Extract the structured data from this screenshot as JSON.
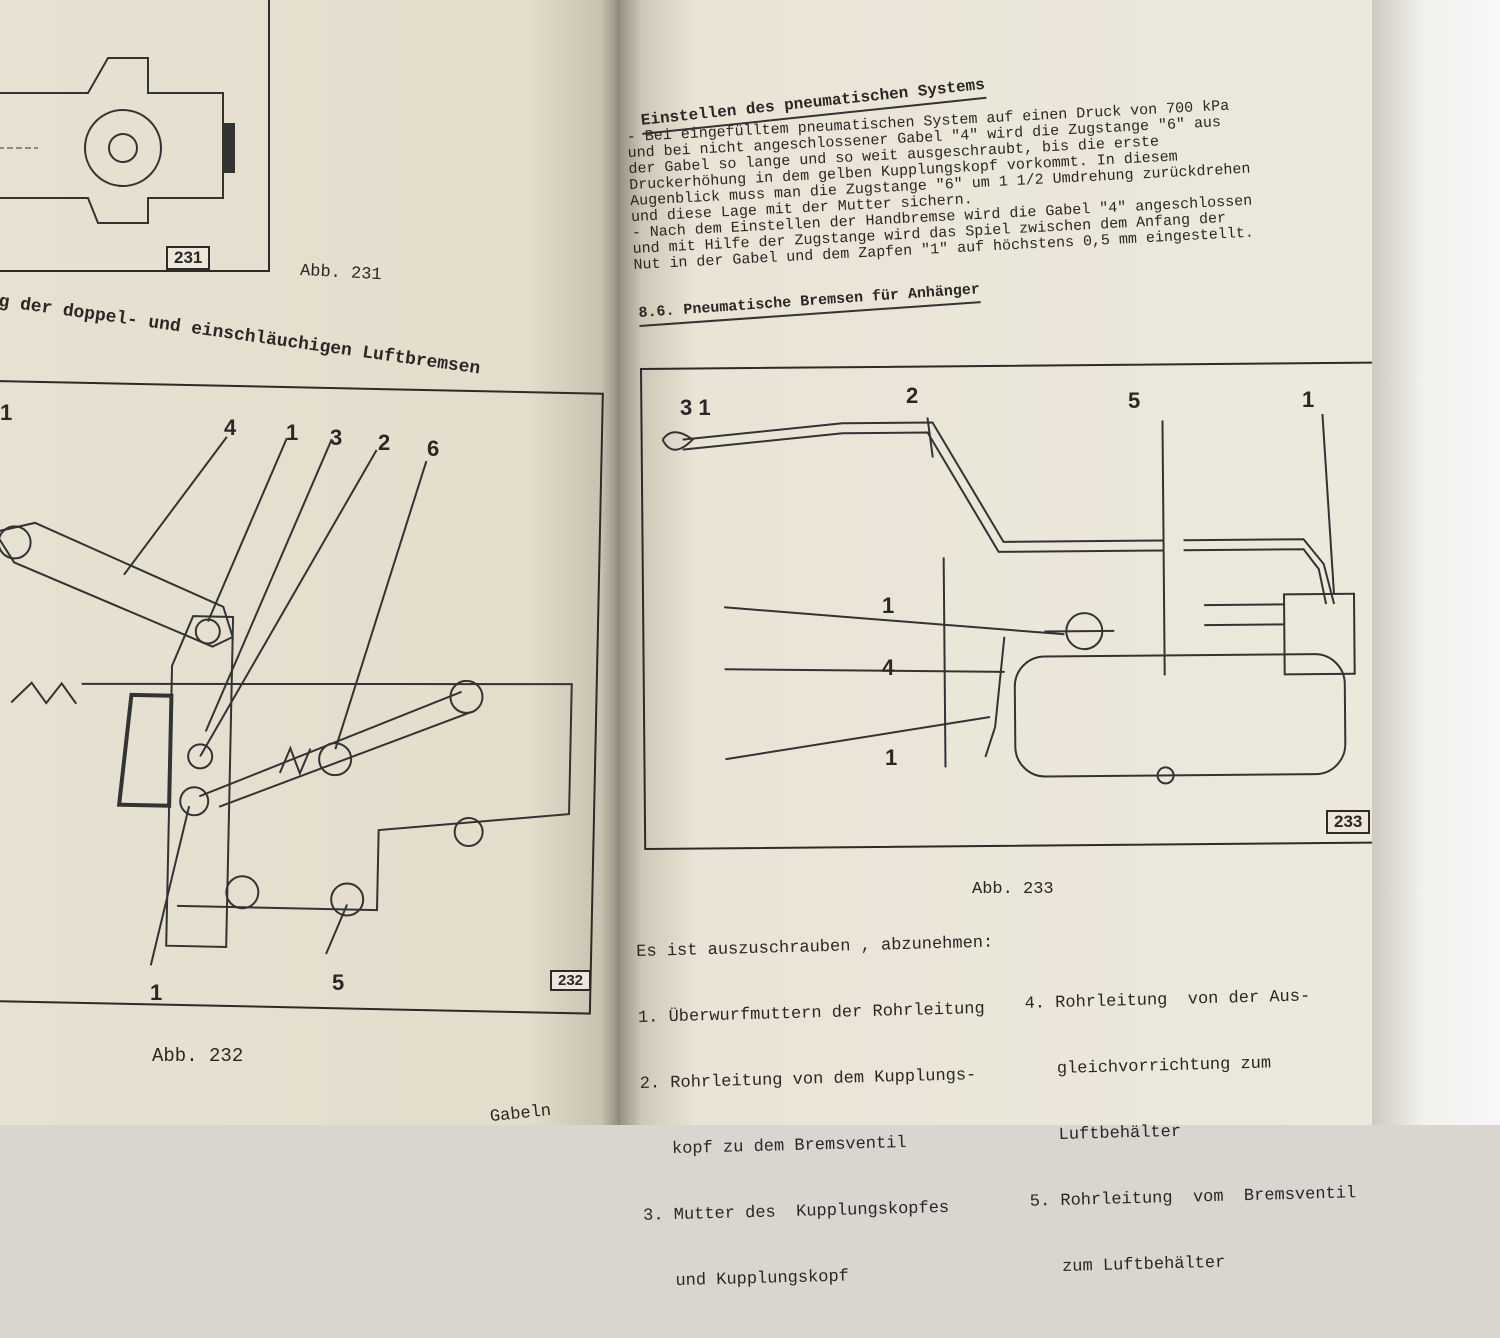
{
  "left_page": {
    "figure_231": {
      "tag": "231",
      "caption": "Abb. 231"
    },
    "section_heading": "g der doppel- und einschläuchigen Luftbremsen",
    "figure_232": {
      "tag": "232",
      "caption": "Abb. 232",
      "callouts": [
        "4",
        "1",
        "3",
        "2",
        "6",
        "1",
        "5",
        "1"
      ]
    },
    "footer_fragment": "Gabeln"
  },
  "right_page": {
    "heading": "Einstellen des pneumatischen Systems",
    "paragraph_lines": [
      "- Bei eingefülltem pneumatischen System auf einen Druck von 700 kPa",
      "und bei nicht angeschlossener Gabel \"4\" wird die Zugstange \"6\" aus",
      "der Gabel so lange und so weit ausgeschraubt, bis die erste",
      "Druckerhöhung in dem gelben Kupplungskopf vorkommt. In diesem",
      "Augenblick muss man die Zugstange \"6\" um 1 1/2 Umdrehung zurückdrehen",
      "und diese Lage mit der Mutter sichern.",
      "- Nach dem Einstellen der Handbremse wird die Gabel \"4\" angeschlossen",
      "und mit  Hilfe der Zugstange wird das Spiel zwischen dem Anfang der",
      "Nut in der Gabel und dem Zapfen \"1\" auf höchstens 0,5 mm eingestellt."
    ],
    "section_heading": "8.6. Pneumatische Bremsen für Anhänger",
    "figure_233": {
      "tag": "233",
      "caption": "Abb. 233",
      "callouts": [
        "3 1",
        "2",
        "5",
        "1",
        "1",
        "4",
        "1"
      ]
    },
    "list_intro": "Es ist auszuschrauben , abzunehmen:",
    "list_items_left": [
      "1. Überwurfmuttern der Rohrleitung",
      "2. Rohrleitung von dem Kupplungs-",
      "   kopf zu dem Bremsventil",
      "3. Mutter des  Kupplungskopfes",
      "   und Kupplungskopf"
    ],
    "list_items_right": [
      "4. Rohrleitung  von der Aus-",
      "   gleichvorrichtung zum",
      "   Luftbehälter",
      "5. Rohrleitung  vom  Bremsventil",
      "   zum Luftbehälter"
    ]
  }
}
